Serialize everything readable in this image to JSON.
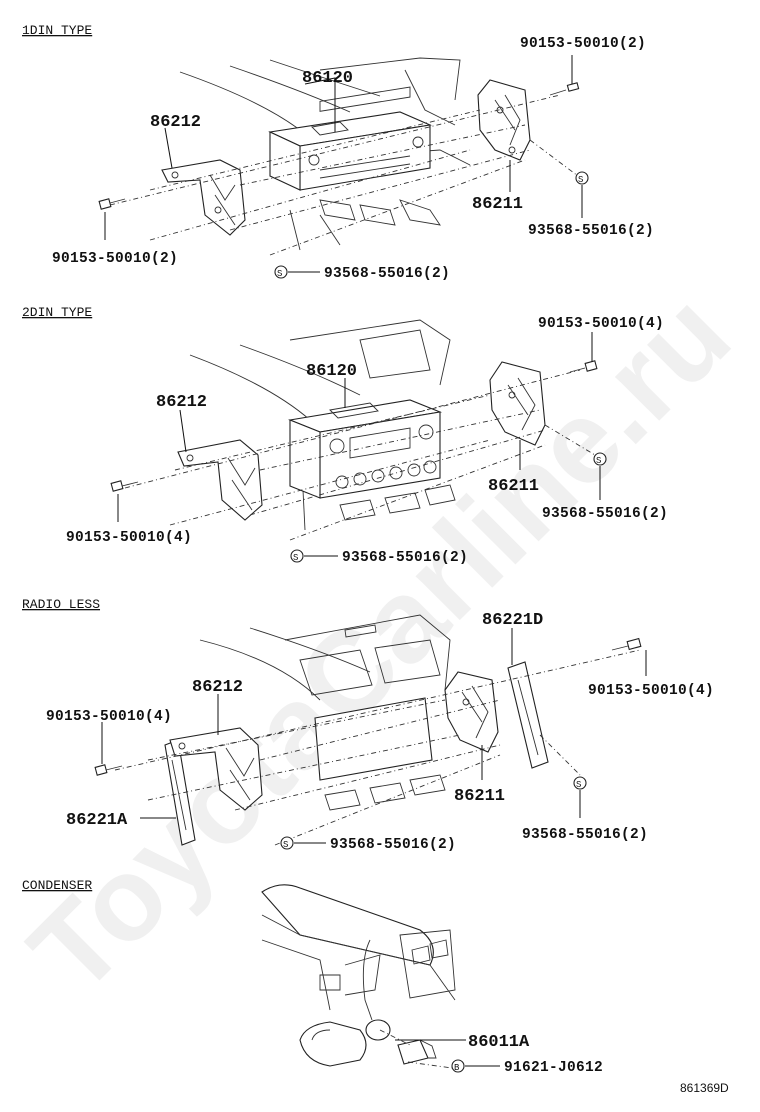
{
  "watermark": "ToyotaCarline.ru",
  "diagram_code": "861369D",
  "sections": [
    {
      "title": "1DIN TYPE",
      "labels": {
        "radio": "86120",
        "bracket_left": "86212",
        "bracket_right": "86211",
        "bolt_top_right": "90153-50010(2)",
        "bolt_left": "90153-50010(2)",
        "screw_right": "93568-55016(2)",
        "screw_left": "93568-55016(2)"
      }
    },
    {
      "title": "2DIN TYPE",
      "labels": {
        "radio": "86120",
        "bracket_left": "86212",
        "bracket_right": "86211",
        "bolt_top_right": "90153-50010(4)",
        "bolt_left": "90153-50010(4)",
        "screw_right": "93568-55016(2)",
        "screw_left": "93568-55016(2)"
      }
    },
    {
      "title": "RADIO LESS",
      "labels": {
        "plate_right": "86221D",
        "bracket_left": "86212",
        "bolt_right": "90153-50010(4)",
        "bolt_left": "90153-50010(4)",
        "plate_left": "86221A",
        "bracket_right": "86211",
        "screw_right": "93568-55016(2)",
        "screw_left": "93568-55016(2)"
      }
    },
    {
      "title": "CONDENSER",
      "labels": {
        "condenser": "86011A",
        "bolt": "91621-J0612"
      }
    }
  ],
  "symbols": {
    "screw": "S",
    "bolt": "B"
  }
}
